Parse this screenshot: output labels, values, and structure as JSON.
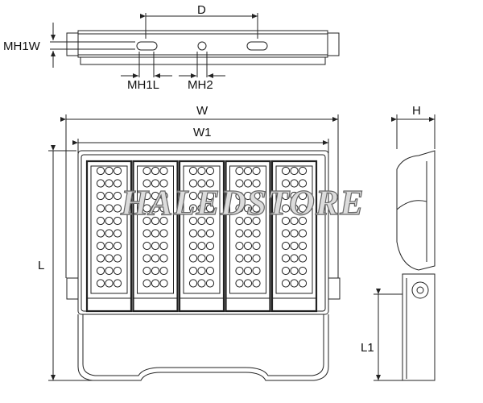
{
  "labels": {
    "d": "D",
    "mh1w": "MH1W",
    "mh1l": "MH1L",
    "mh2": "MH2",
    "w": "W",
    "w1": "W1",
    "l": "L",
    "h": "H",
    "l1": "L1"
  },
  "watermark": "HALEDSTORE",
  "led_modules": 5,
  "led_columns_per_module": 3,
  "led_rows_per_module": 10
}
